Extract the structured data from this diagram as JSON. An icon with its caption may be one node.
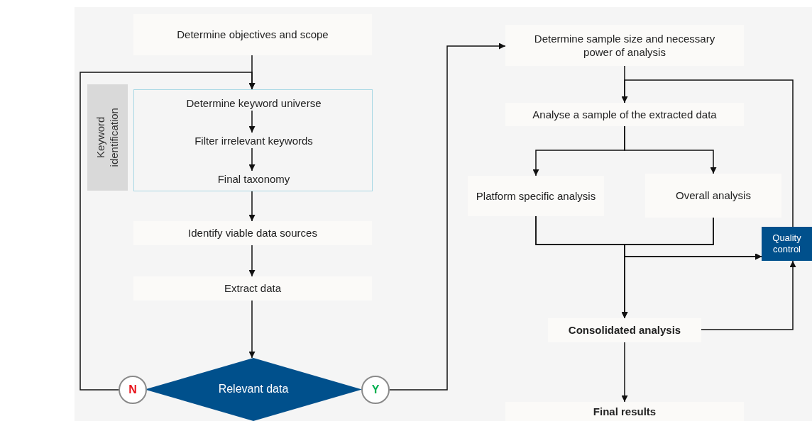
{
  "diagram": {
    "nodes": [
      {
        "text": [
          "Determine objectives and scope"
        ]
      },
      {
        "text": [
          "Keyword identification"
        ]
      },
      {
        "text": [],
        "shape": "box"
      },
      {
        "text": [
          "Determine keyword universe"
        ],
        "in": 2
      },
      {
        "text": [
          "Filter irrelevant keywords"
        ],
        "in": 2
      },
      {
        "text": [
          "Final taxonomy"
        ],
        "in": 2
      },
      {
        "text": [
          "Identify viable data sources"
        ]
      },
      {
        "text": [
          "Extract data"
        ]
      },
      {
        "text": [
          "Relevant data"
        ]
      },
      {
        "text": [
          "N"
        ]
      },
      {
        "text": [
          "Y"
        ]
      },
      {
        "text": [
          "Determine sample size and necessary power of analysis"
        ]
      },
      {
        "text": [
          "Analyse a sample of the extracted data"
        ]
      },
      {
        "text": [
          "Platform specific analysis"
        ]
      },
      {
        "text": [
          "Overall analysis"
        ]
      },
      {
        "text": [
          "Quality control"
        ]
      },
      {
        "text": [
          "Consolidated analysis"
        ]
      },
      {
        "text": [
          "Final results"
        ]
      }
    ],
    "edges": [
      {
        "from": 0,
        "to": 2,
        "arrow": "to"
      },
      {
        "from": 3,
        "to": 4,
        "arrow": "to"
      },
      {
        "from": 4,
        "to": 5,
        "arrow": "to"
      },
      {
        "from": 2,
        "to": 6,
        "arrow": "to"
      },
      {
        "from": 6,
        "to": 7,
        "arrow": "to"
      },
      {
        "from": 7,
        "to": 8,
        "arrow": "to"
      },
      {
        "from": 9,
        "to": 2,
        "arrow": "to"
      },
      {
        "from": 10,
        "to": 11,
        "arrow": "to"
      },
      {
        "from": 11,
        "to": 12,
        "arrow": "none"
      },
      {
        "from": 15,
        "to": 12,
        "arrow": "to"
      },
      {
        "from": 12,
        "to": 13,
        "arrow": "to"
      },
      {
        "from": 12,
        "to": 14,
        "arrow": "to"
      },
      {
        "from": 13,
        "to": 16,
        "arrow": "to"
      },
      {
        "from": 14,
        "to": 16,
        "arrow": "to"
      },
      {
        "from": 13,
        "to": 15,
        "arrow": "to"
      },
      {
        "from": 14,
        "to": 15,
        "arrow": "to"
      },
      {
        "from": 16,
        "to": 15,
        "arrow": "to"
      },
      {
        "from": 16,
        "to": 17,
        "arrow": "to"
      }
    ]
  }
}
